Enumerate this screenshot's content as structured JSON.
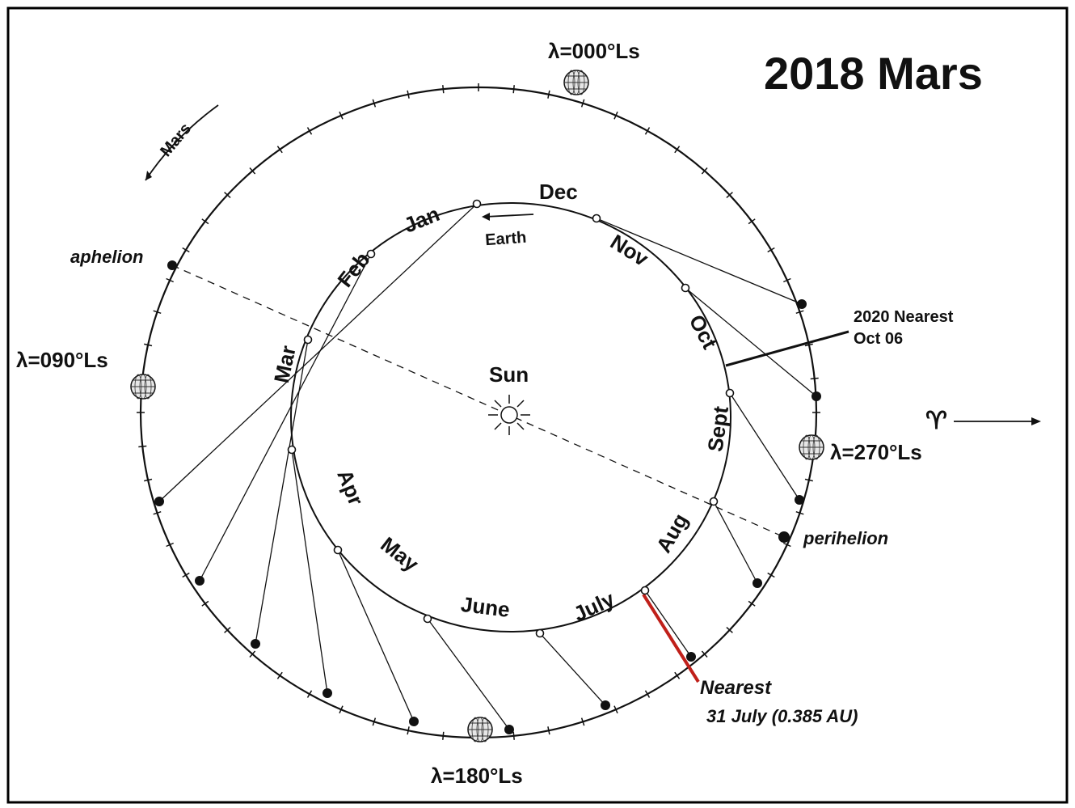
{
  "title": "2018 Mars",
  "sun_label": "Sun",
  "earth_label": "Earth",
  "mars_label": "Mars",
  "aphelion_label": "aphelion",
  "perihelion_label": "perihelion",
  "aries_symbol": "♈︎",
  "ls_labels": {
    "ls000": "λ=000°Ls",
    "ls090": "λ=090°Ls",
    "ls180": "λ=180°Ls",
    "ls270": "λ=270°Ls"
  },
  "months": {
    "jan": "Jan",
    "feb": "Feb",
    "mar": "Mar",
    "apr": "Apr",
    "may": "May",
    "june": "June",
    "july": "July",
    "aug": "Aug",
    "sept": "Sept",
    "oct": "Oct",
    "nov": "Nov",
    "dec": "Dec"
  },
  "nearest_2020": {
    "line1": "2020 Nearest",
    "line2": "Oct 06"
  },
  "nearest_2018": {
    "line1": "Nearest",
    "line2": "31 July (0.385 AU)"
  },
  "colors": {
    "ink": "#111111",
    "nearest_line": "#c0201a",
    "frame": "#000000"
  }
}
